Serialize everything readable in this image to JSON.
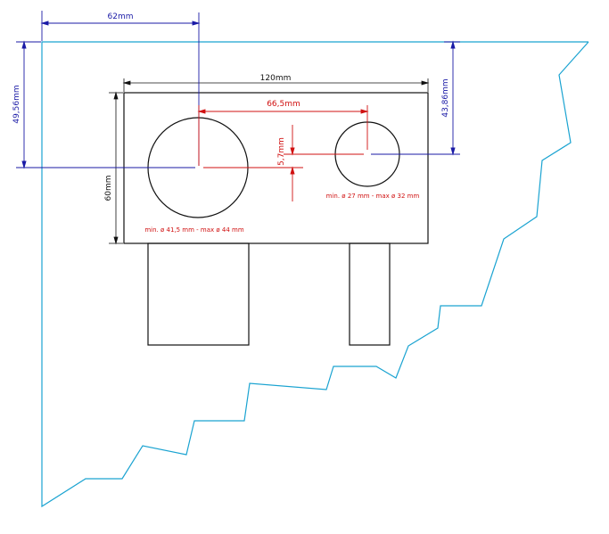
{
  "colors": {
    "outline": "#1aa3d1",
    "dim_blue": "#1a1aa6",
    "dim_red": "#d01010",
    "part": "#111111"
  },
  "dimensions": {
    "offset_left": "62mm",
    "offset_top_left": "49,56mm",
    "offset_top_right": "43,86mm",
    "plate_width": "120mm",
    "plate_height": "60mm",
    "hole_spacing": "66,5mm",
    "vertical_offset": "5,7mm"
  },
  "notes": {
    "large_hole": "min. ø 41,5 mm - max ø 44 mm",
    "small_hole": "min. ø 27 mm - max ø 32 mm"
  }
}
